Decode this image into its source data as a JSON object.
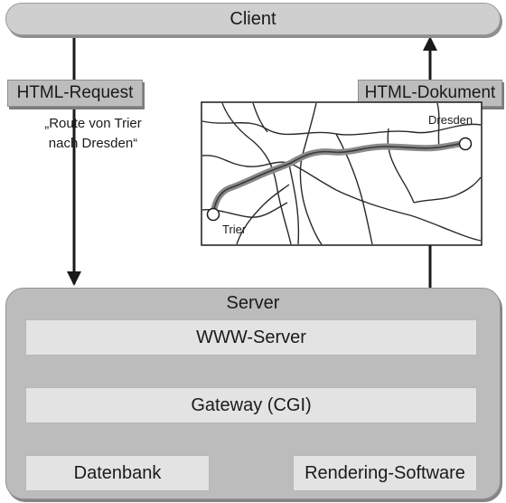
{
  "client": {
    "label": "Client"
  },
  "request": {
    "label": "HTML-Request",
    "caption_line1": "„Route von Trier",
    "caption_line2": "nach Dresden“"
  },
  "response": {
    "label": "HTML-Dokument"
  },
  "map": {
    "start_label": "Trier",
    "end_label": "Dresden"
  },
  "server": {
    "label": "Server",
    "www_server": "WWW-Server",
    "gateway": "Gateway (CGI)",
    "database": "Datenbank",
    "rendering": "Rendering-Software"
  }
}
